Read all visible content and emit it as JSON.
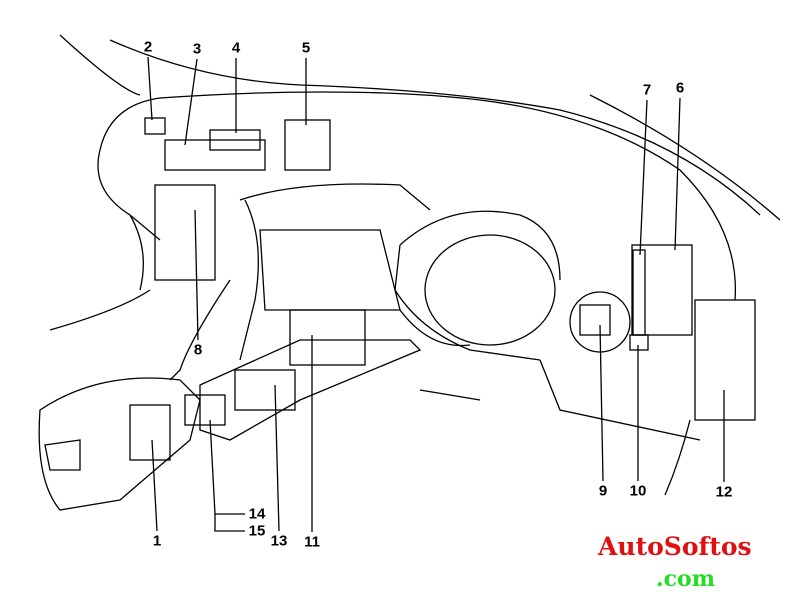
{
  "callouts": {
    "c1": "1",
    "c2": "2",
    "c3": "3",
    "c4": "4",
    "c5": "5",
    "c6": "6",
    "c7": "7",
    "c8": "8",
    "c9": "9",
    "c10": "10",
    "c11": "11",
    "c12": "12",
    "c13": "13",
    "c14": "14",
    "c15": "15"
  },
  "watermark": {
    "line1": "AutoSoftos",
    "line2": ".com",
    "color1": "#e01010",
    "color2": "#22dd22"
  }
}
